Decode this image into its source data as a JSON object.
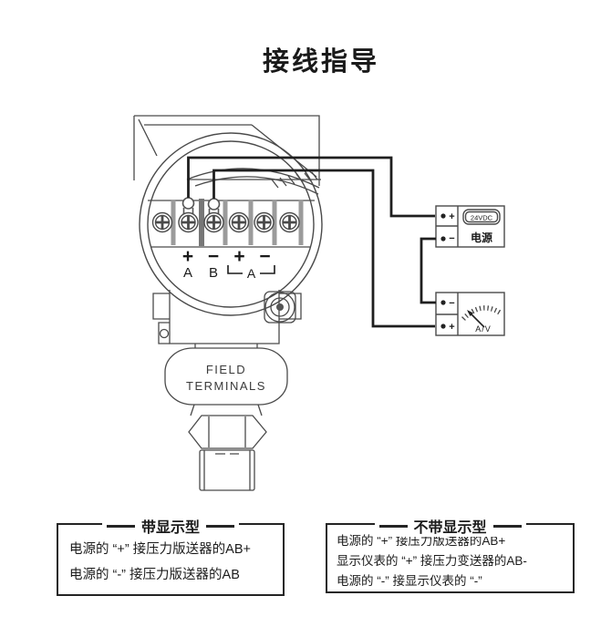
{
  "title": "接线指导",
  "transmitter": {
    "terminal_signs": {
      "col1": "+",
      "col2": "−",
      "col3": "+",
      "col4": "−"
    },
    "terminal_letters": {
      "col1": "A",
      "col2": "B",
      "bracket": "A"
    },
    "field_terminals": {
      "line1": "FIELD",
      "line2": "TERMINALS"
    }
  },
  "power_supply": {
    "terminal_plus": "+",
    "terminal_minus": "−",
    "display_value": "24VDC",
    "label": "电源"
  },
  "meter": {
    "terminal_minus": "−",
    "terminal_plus": "+",
    "label": "A/V"
  },
  "legend_left": {
    "title": "带显示型",
    "lines": [
      "电源的 “+” 接压力版送器的AB+",
      "电源的 “-” 接压力版送器的AB"
    ]
  },
  "legend_right": {
    "title": "不带显示型",
    "lines": [
      "电源的 “+” 接压力版送器的AB+",
      "显示仪表的 “+” 接压力变送器的AB-",
      "电源的 “-” 接显示仪表的 “-”"
    ]
  }
}
